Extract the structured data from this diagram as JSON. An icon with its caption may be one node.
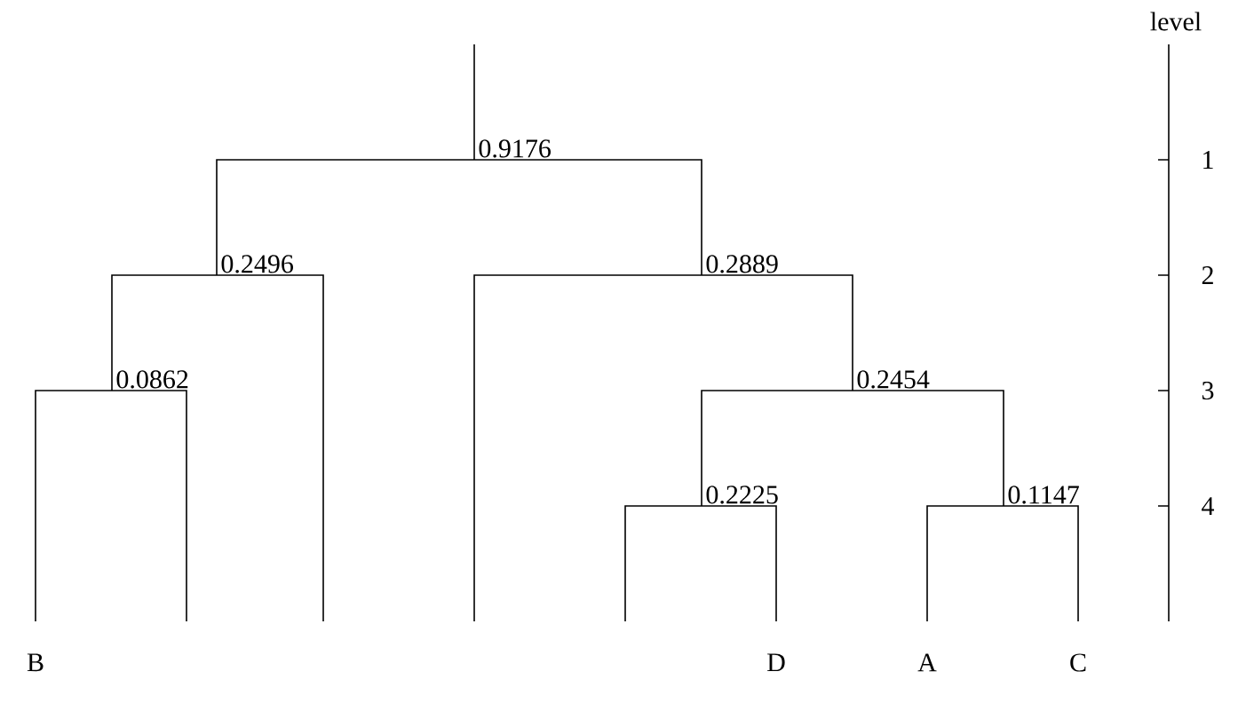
{
  "diagram": {
    "nodes": [
      {
        "text": [
          "0.9176"
        ]
      },
      {
        "text": [
          "0.2496"
        ]
      },
      {
        "text": [
          "0.2889"
        ]
      },
      {
        "text": [
          "0.0862"
        ]
      },
      {
        "text": [
          "0.2454"
        ]
      },
      {
        "text": [
          "0.2225"
        ]
      },
      {
        "text": [
          "0.1147"
        ]
      },
      {
        "text": [
          "B"
        ]
      },
      {
        "text": [
          "D"
        ]
      },
      {
        "text": [
          "A"
        ]
      },
      {
        "text": [
          "C"
        ]
      }
    ],
    "edges": [
      {
        "from": null,
        "to": 0,
        "arrow": "none"
      },
      {
        "from": 0,
        "to": 1,
        "arrow": "none"
      },
      {
        "from": 0,
        "to": 2,
        "arrow": "none"
      },
      {
        "from": 1,
        "to": 3,
        "arrow": "none"
      },
      {
        "from": 1,
        "to": null,
        "arrow": "none"
      },
      {
        "from": 3,
        "to": 7,
        "arrow": "none"
      },
      {
        "from": 3,
        "to": null,
        "arrow": "none"
      },
      {
        "from": 2,
        "to": null,
        "arrow": "none"
      },
      {
        "from": 2,
        "to": 4,
        "arrow": "none"
      },
      {
        "from": 4,
        "to": 5,
        "arrow": "none"
      },
      {
        "from": 4,
        "to": 6,
        "arrow": "none"
      },
      {
        "from": 5,
        "to": null,
        "arrow": "none"
      },
      {
        "from": 5,
        "to": 8,
        "arrow": "none"
      },
      {
        "from": 6,
        "to": 9,
        "arrow": "none"
      },
      {
        "from": 6,
        "to": 10,
        "arrow": "none"
      }
    ],
    "labels": [
      "level",
      "1",
      "2",
      "3",
      "4"
    ]
  }
}
